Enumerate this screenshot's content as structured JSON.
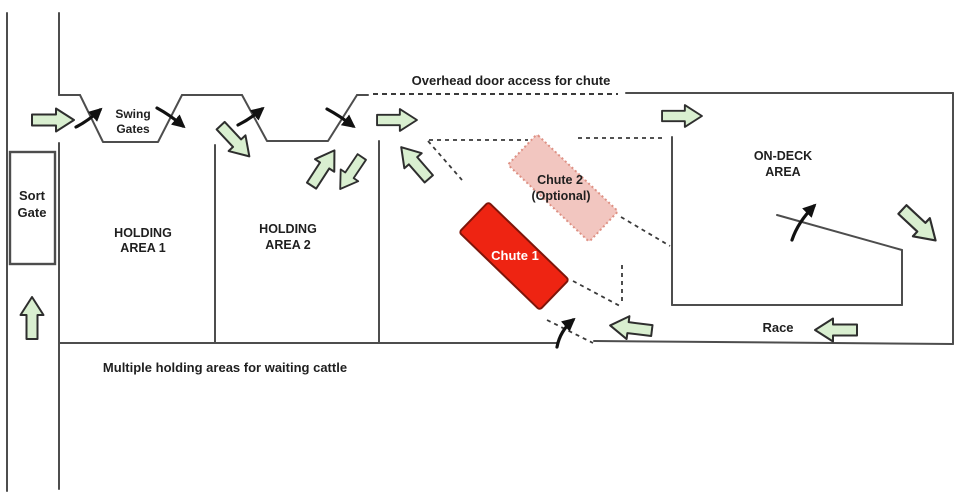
{
  "colors": {
    "background": "#ffffff",
    "wall": "#4d4d4d",
    "dash_line": "#3a3a3a",
    "arrow_fill": "#d9efd0",
    "arrow_stroke": "#2e2e2e",
    "black_arrow": "#111111",
    "chute1_fill": "#ee2412",
    "chute1_stroke": "#7e150a",
    "chute1_text": "#ffffff",
    "chute2_fill": "#f2c6c0",
    "chute2_stroke": "#de9184",
    "label_text": "#1f1f1f"
  },
  "labels": {
    "overhead_door": "Overhead door access for chute",
    "swing_gates_l1": "Swing",
    "swing_gates_l2": "Gates",
    "sort_gate_l1": "Sort",
    "sort_gate_l2": "Gate",
    "holding_area_1_l1": "HOLDING",
    "holding_area_1_l2": "AREA 1",
    "holding_area_2_l1": "HOLDING",
    "holding_area_2_l2": "AREA 2",
    "chute_1": "Chute 1",
    "chute_2_l1": "Chute 2",
    "chute_2_l2": "(Optional)",
    "on_deck_l1": "ON-DECK",
    "on_deck_l2": "AREA",
    "race": "Race",
    "bottom_note": "Multiple holding areas for waiting cattle"
  }
}
